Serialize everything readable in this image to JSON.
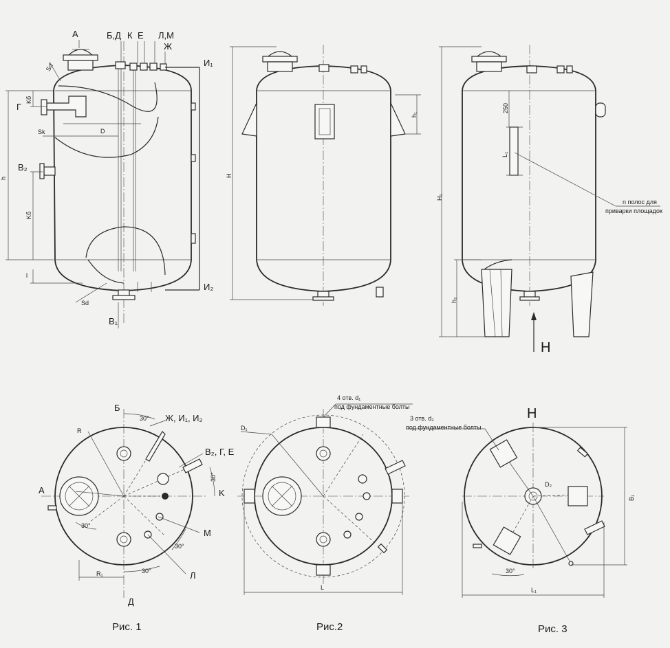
{
  "labels": {
    "fig1": {
      "top_a": "А",
      "top_bd": "Б,Д",
      "top_k": "К",
      "top_e": "Е",
      "top_lm": "Л,М",
      "top_zh": "Ж",
      "i1": "И₁",
      "i2": "И₂",
      "sd_top": "Sd",
      "g": "Г",
      "kb": "Kб",
      "sk": "Sk",
      "d": "D",
      "h": "h",
      "b2": "В₂",
      "k6": "Kб",
      "l": "l",
      "sd_bottom": "Sd",
      "b1": "В₁"
    },
    "fig2": {
      "h_total": "H",
      "h1": "h₁"
    },
    "fig3": {
      "h1_total": "H₁",
      "dim_250": "250",
      "l1": "L₁",
      "note_line1": "n полос для",
      "note_line2": "приварки площадок",
      "h2": "h₂",
      "view_h": "Н"
    },
    "plan1": {
      "b": "Б",
      "ang30_top": "30°",
      "zh_i": "Ж, И₁, И₂",
      "r": "R",
      "b2ge": "В₂, Г, Е",
      "ang30_right": "30°",
      "k": "K",
      "a": "А",
      "ang30_left": "30°",
      "m": "М",
      "ang30_lower": "30°",
      "r1": "R₁",
      "ang30_bottom": "30°",
      "l": "Л",
      "d": "Д"
    },
    "plan2": {
      "note_line1": "4 отв. d₁",
      "note_line2": "под фундаментные болты",
      "d1": "D₁",
      "l": "L"
    },
    "plan3": {
      "view_h": "Н",
      "note_line1": "3 отв. d₂",
      "note_line2": "под фундаментные болты",
      "d2": "D₂",
      "b1": "B₁",
      "ang30": "30°",
      "l1": "L₁"
    }
  },
  "captions": {
    "fig1": "Рис. 1",
    "fig2": "Рис.2",
    "fig3": "Рис. 3"
  }
}
